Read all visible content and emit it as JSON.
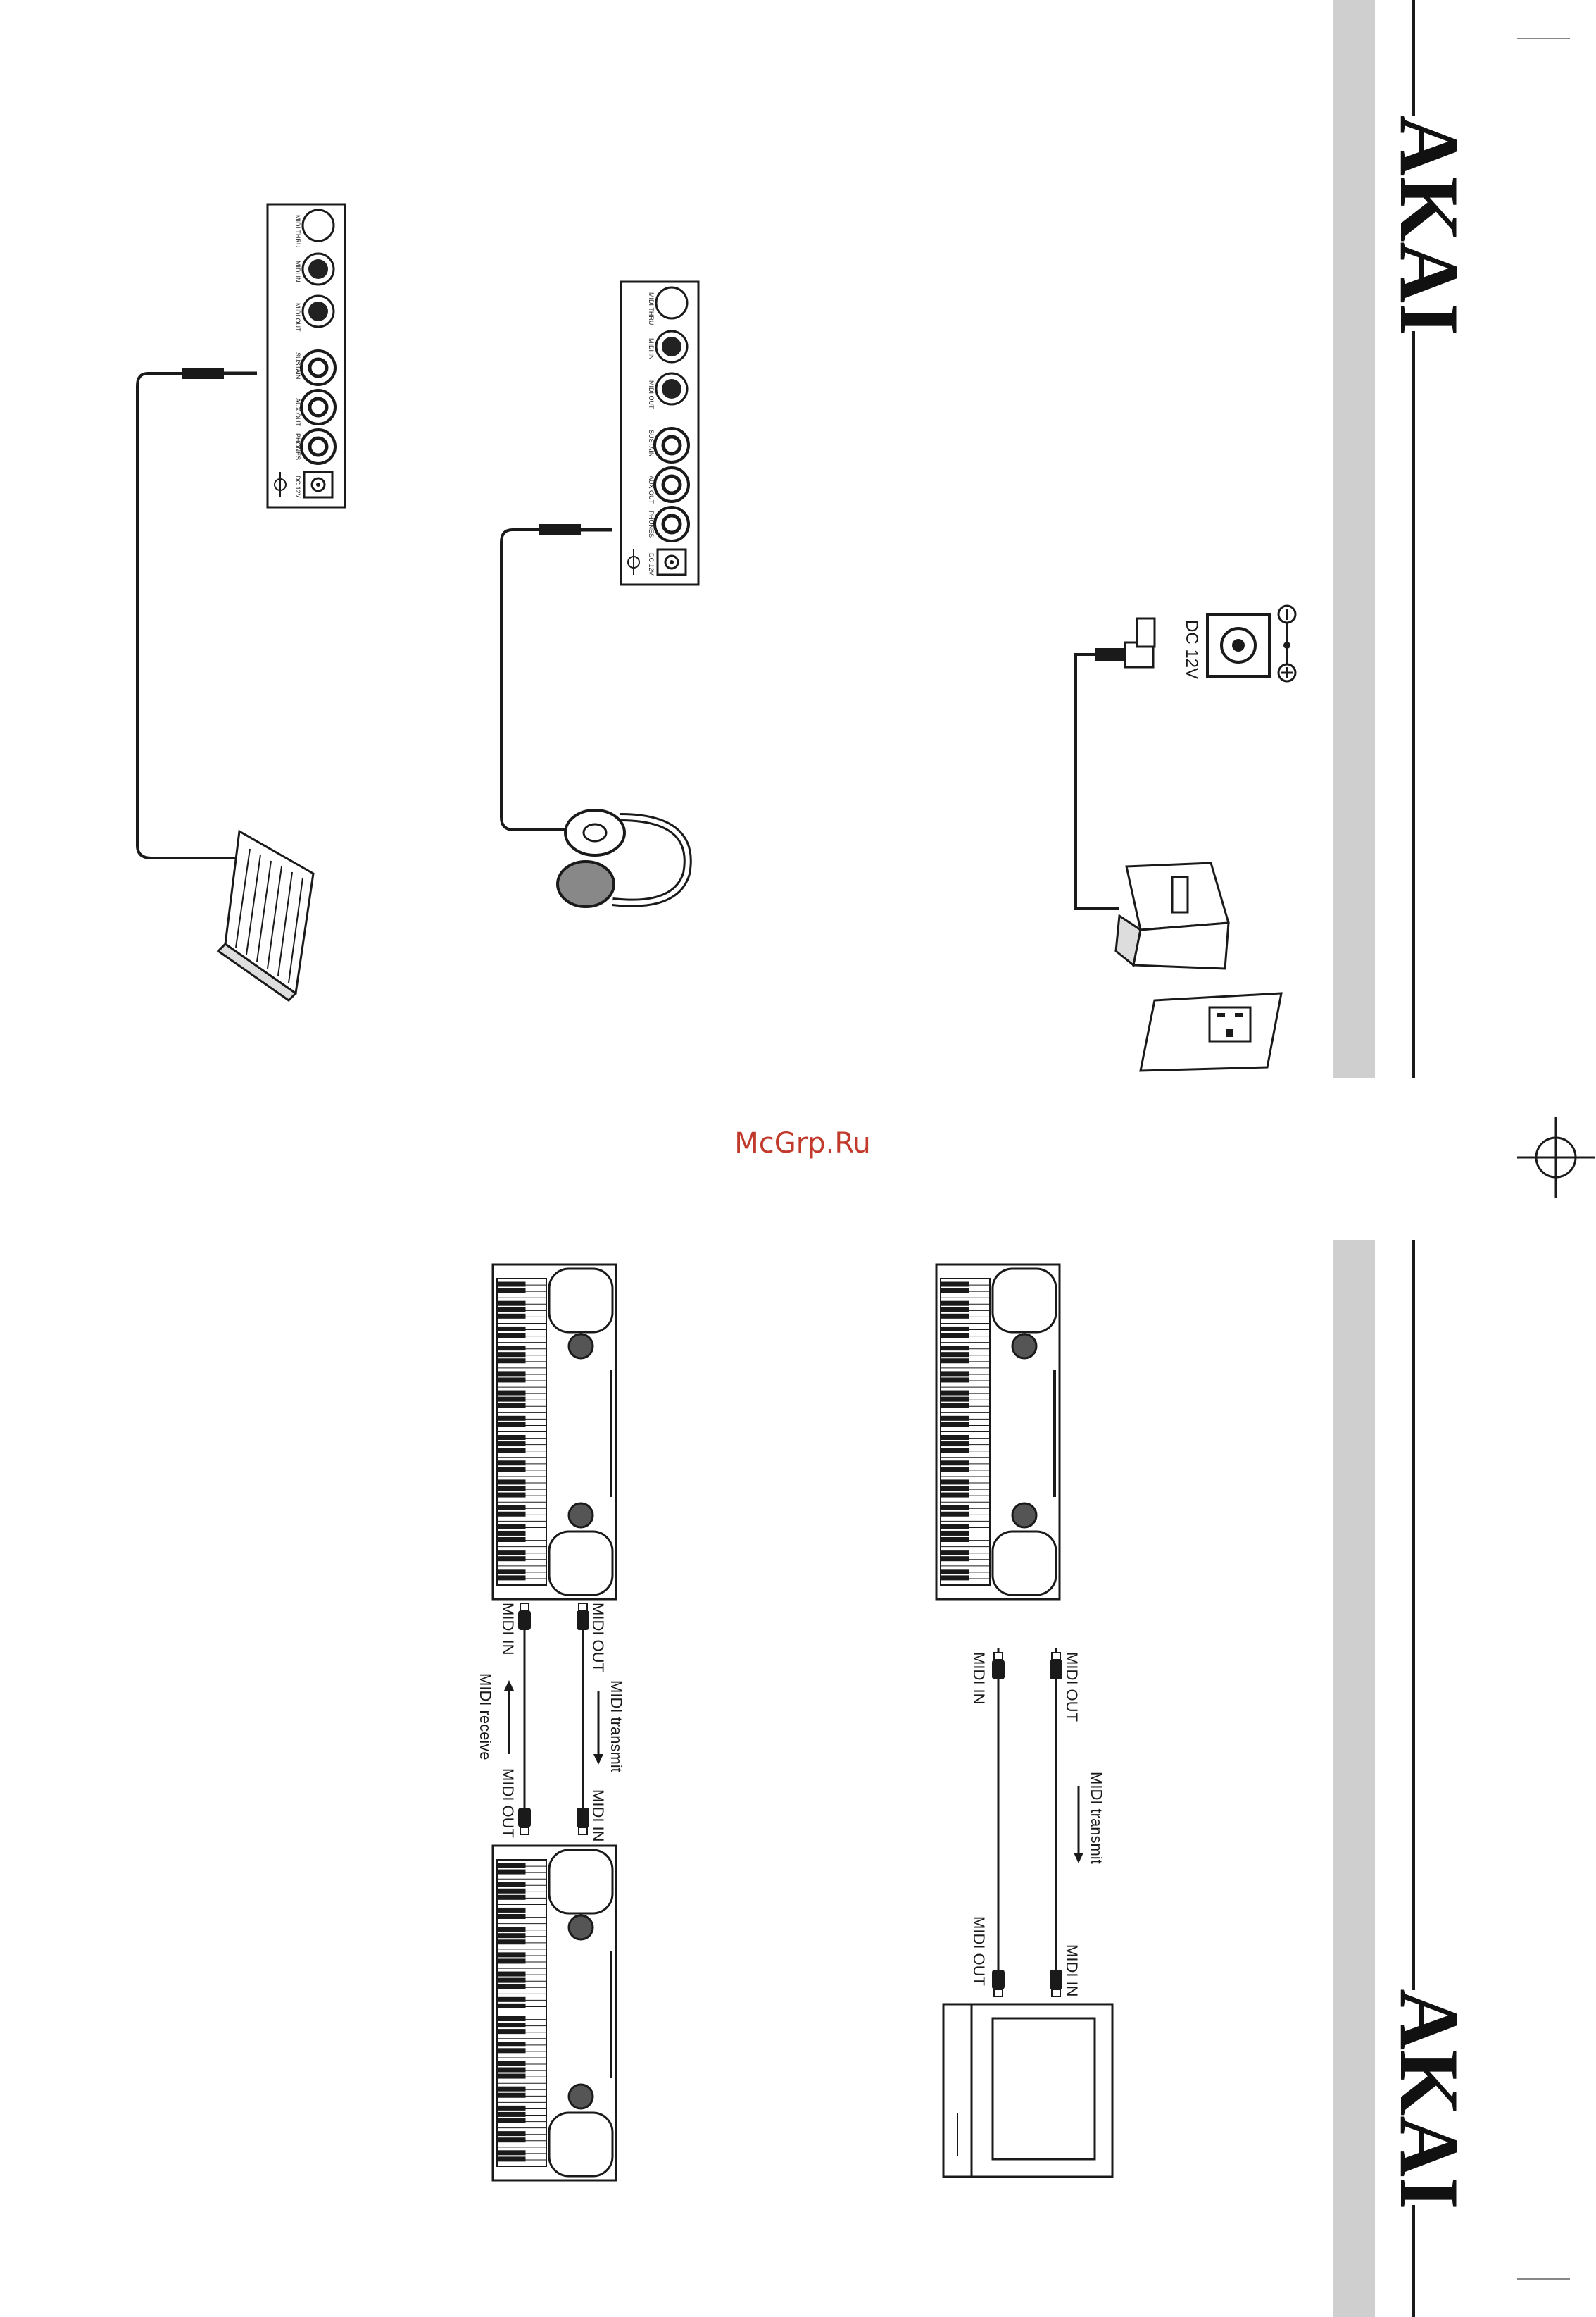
{
  "brand": "AKAI",
  "watermark": "McGrp.Ru",
  "panel": {
    "midi_thru": "MIDI THRU",
    "midi_in": "MIDI IN",
    "midi_out": "MIDI OUT",
    "sustain": "SUSTAIN",
    "aux_out": "AUX OUT",
    "phones": "PHONES",
    "dc": "DC 12V"
  },
  "power": {
    "dc_label": "DC 12V"
  },
  "midi_keyboards": {
    "midi_out_a": "MIDI OUT",
    "midi_in_a": "MIDI IN",
    "transmit": "MIDI transmit",
    "receive": "MIDI receive",
    "midi_in_b": "MIDI IN",
    "midi_out_b": "MIDI OUT"
  },
  "midi_computer": {
    "midi_out": "MIDI OUT",
    "midi_in": "MIDI IN",
    "transmit": "MIDI transmit",
    "comp_midi_in": "MIDI IN",
    "comp_midi_out": "MIDI OUT"
  },
  "colors": {
    "band": "#cfcfcf",
    "line": "#1a1a1a",
    "watermark": "#c0392b"
  }
}
